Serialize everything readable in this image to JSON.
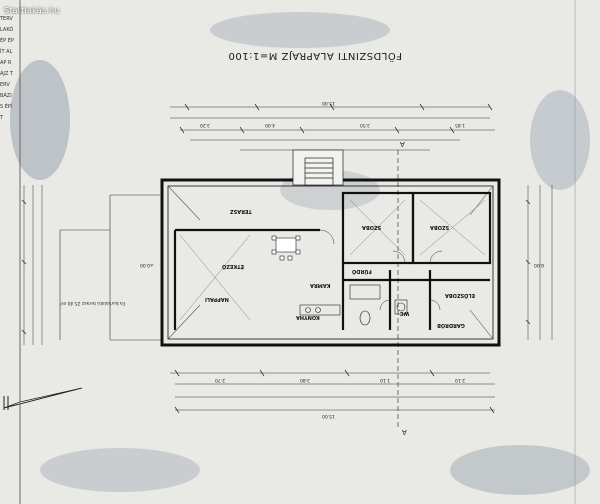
{
  "watermark": "Startlakás.hu",
  "title": "FÖLDSZINTI ALAPRAJZ M=1:100",
  "sidebar_text": "TERV LAKÓÉP ÉPÍT ALAP RAJZ TERV BÁZIS ÉPÍT",
  "rooms": {
    "nappali": "NAPPALI",
    "konyha": "KONYHA",
    "eloszoba": "ELŐSZOBA",
    "furdo": "FÜRDŐ",
    "szoba1": "SZOBA",
    "szoba2": "SZOBA",
    "gardrob": "GARDRÓB",
    "etkezo": "ÉTKEZŐ",
    "terasz": "TERASZ",
    "wc": "WC",
    "kamra": "KAMRA"
  },
  "dimensions": {
    "total_width": "15.00",
    "total_height": "8.00",
    "d1": "3.20",
    "d2": "4.00",
    "d3": "3.50",
    "d4": "1.85",
    "d5": "2.70",
    "d6": "3.80",
    "d7": "1.10",
    "d8": "2.10"
  },
  "notes": {
    "terrace_note": "Fa burkolatú terasz 25.40 m²",
    "level_mark": "±0.00",
    "section_a": "A"
  }
}
